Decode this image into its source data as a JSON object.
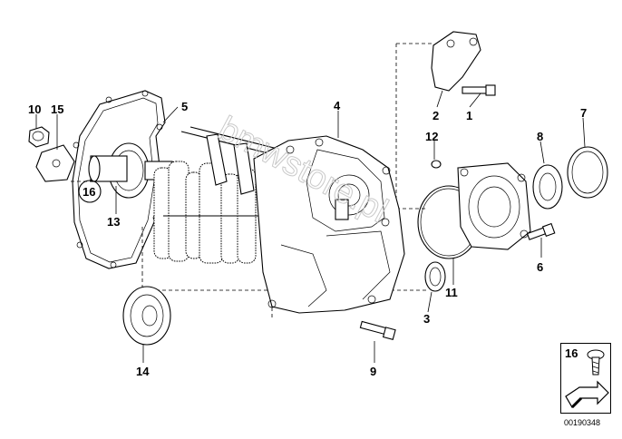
{
  "watermark": "bmwstore.pl",
  "callouts": {
    "c1": "1",
    "c2": "2",
    "c3": "3",
    "c4": "4",
    "c5": "5",
    "c6": "6",
    "c7": "7",
    "c8": "8",
    "c9": "9",
    "c10": "10",
    "c11": "11",
    "c12": "12",
    "c13": "13",
    "c14": "14",
    "c15": "15",
    "c16": "16"
  },
  "legend": {
    "number": "16",
    "code": "00190348"
  }
}
